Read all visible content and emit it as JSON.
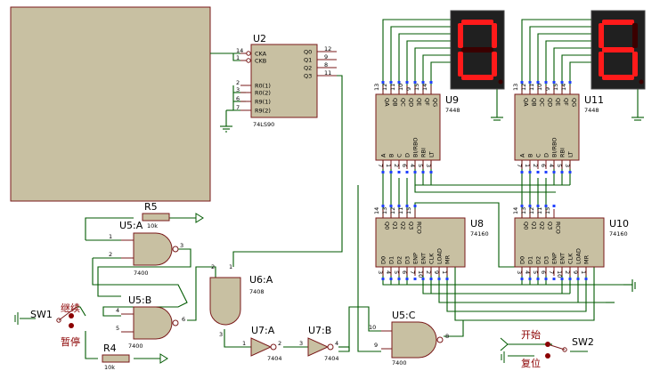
{
  "u2": {
    "ref": "U2",
    "type": "74LS90",
    "pins_left": [
      "CKA",
      "CKB",
      "R0(1)",
      "R0(2)",
      "R9(1)",
      "R9(2)"
    ],
    "pins_right": [
      "Q0",
      "Q1",
      "Q2",
      "Q3"
    ],
    "nums_left": [
      "14",
      "1",
      "2",
      "3",
      "6",
      "7"
    ],
    "nums_right": [
      "12",
      "9",
      "8",
      "11"
    ]
  },
  "u9": {
    "ref": "U9",
    "type": "7448",
    "top_pins": [
      "QA",
      "QB",
      "QC",
      "QD",
      "QE",
      "QF",
      "QG"
    ],
    "top_nums": [
      "13",
      "12",
      "11",
      "10",
      "9",
      "15",
      "14"
    ],
    "bot_pins": [
      "A",
      "B",
      "C",
      "D",
      "BI/RBO",
      "RBI",
      "LT"
    ],
    "bot_nums": [
      "7",
      "1",
      "2",
      "6",
      "4",
      "5",
      "3"
    ]
  },
  "u11": {
    "ref": "U11",
    "type": "7448",
    "top_pins": [
      "QA",
      "QB",
      "QC",
      "QD",
      "QE",
      "QF",
      "QG"
    ],
    "top_nums": [
      "13",
      "12",
      "11",
      "10",
      "9",
      "15",
      "14"
    ],
    "bot_pins": [
      "A",
      "B",
      "C",
      "D",
      "BI/RBO",
      "RBI",
      "LT"
    ],
    "bot_nums": [
      "7",
      "1",
      "2",
      "6",
      "4",
      "5",
      "3"
    ]
  },
  "u8": {
    "ref": "U8",
    "type": "74160",
    "top_pins": [
      "Q0",
      "Q1",
      "Q2",
      "Q3",
      "RCO"
    ],
    "top_nums": [
      "14",
      "13",
      "12",
      "11",
      "15"
    ],
    "bot_pins": [
      "D0",
      "D1",
      "D2",
      "D3",
      "ENP",
      "ENT",
      "CLK",
      "LOAD",
      "MR"
    ],
    "bot_nums": [
      "3",
      "4",
      "5",
      "6",
      "7",
      "10",
      "2",
      "9",
      "1"
    ]
  },
  "u10": {
    "ref": "U10",
    "type": "74160",
    "top_pins": [
      "Q0",
      "Q1",
      "Q2",
      "Q3",
      "RCO"
    ],
    "top_nums": [
      "14",
      "13",
      "12",
      "11",
      "15"
    ],
    "bot_pins": [
      "D0",
      "D1",
      "D2",
      "D3",
      "ENP",
      "ENT",
      "CLK",
      "LOAD",
      "MR"
    ],
    "bot_nums": [
      "3",
      "4",
      "5",
      "6",
      "7",
      "10",
      "2",
      "9",
      "1"
    ]
  },
  "u5a": {
    "ref": "U5:A",
    "type": "7400",
    "in1": "1",
    "in2": "2",
    "out": "3"
  },
  "u5b": {
    "ref": "U5:B",
    "type": "7400",
    "in1": "4",
    "in2": "5",
    "out": "6"
  },
  "u5c": {
    "ref": "U5:C",
    "type": "7400",
    "in1": "10",
    "in2": "9",
    "out": "8"
  },
  "u6a": {
    "ref": "U6:A",
    "type": "7408",
    "in1": "2",
    "in2": "1",
    "out": "3"
  },
  "u7a": {
    "ref": "U7:A",
    "type": "7404",
    "in": "1",
    "out": "2"
  },
  "u7b": {
    "ref": "U7:B",
    "type": "7404",
    "in": "3",
    "out": "4"
  },
  "r5": {
    "ref": "R5",
    "value": "10k"
  },
  "r4": {
    "ref": "R4",
    "value": "10k"
  },
  "sw1": {
    "ref": "SW1",
    "label_top": "继续",
    "label_bottom": "暂停"
  },
  "sw2": {
    "ref": "SW2",
    "label_top": "开始",
    "label_bottom": "复位"
  },
  "display_left": {
    "digit": "0"
  },
  "display_right": {
    "digit": "6"
  },
  "colors": {
    "wire": "#005a00",
    "chip": "#c8c0a2",
    "segment_on": "#ff1a1a",
    "segment_off": "#3a0000"
  }
}
